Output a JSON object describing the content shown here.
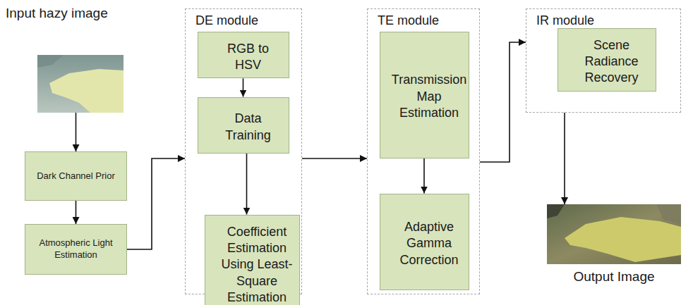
{
  "diagram": {
    "nodes": [
      {
        "text": [
          "Input hazy image"
        ]
      },
      {
        "text": [
          "Dark Channel Prior"
        ]
      },
      {
        "text": [
          "Atmospheric Light Estimation"
        ]
      },
      {
        "text": [
          "DE module"
        ]
      },
      {
        "text": [
          "RGB to HSV"
        ],
        "in": 3
      },
      {
        "text": [
          "Data Training"
        ],
        "in": 3
      },
      {
        "text": [
          "Coefficient Estimation Using Least-Square Estimation"
        ],
        "in": 3
      },
      {
        "text": [
          "TE module"
        ]
      },
      {
        "text": [
          "Transmission Map Estimation"
        ],
        "in": 7
      },
      {
        "text": [
          "Adaptive Gamma Correction"
        ],
        "in": 7
      },
      {
        "text": [
          "IR module"
        ]
      },
      {
        "text": [
          "Scene Radiance Recovery"
        ],
        "in": 10
      },
      {
        "text": [
          "Output Image"
        ]
      }
    ],
    "edges": [
      {
        "from": 0,
        "to": 1,
        "arrow": "to"
      },
      {
        "from": 1,
        "to": 2,
        "arrow": "to"
      },
      {
        "from": 2,
        "to": 3,
        "arrow": "to"
      },
      {
        "from": 4,
        "to": 5,
        "arrow": "to"
      },
      {
        "from": 5,
        "to": 6,
        "arrow": "to"
      },
      {
        "from": 3,
        "to": 7,
        "arrow": "to"
      },
      {
        "from": 8,
        "to": 9,
        "arrow": "to"
      },
      {
        "from": 7,
        "to": 10,
        "arrow": "to"
      },
      {
        "from": 10,
        "to": 12,
        "arrow": "to"
      }
    ]
  }
}
